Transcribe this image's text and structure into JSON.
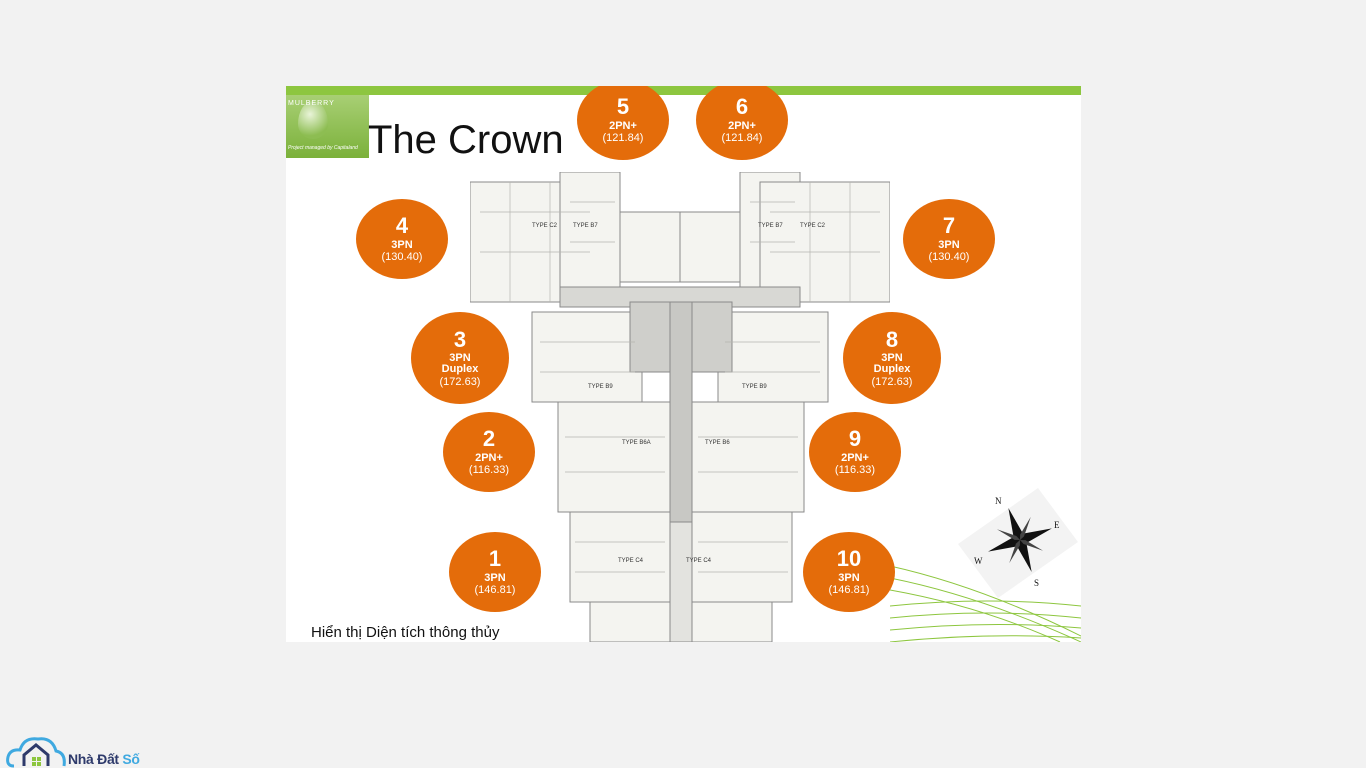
{
  "slide": {
    "title": "The Crown",
    "logo": {
      "brand": "MULBERRY",
      "tagline": "Project managed by Capitaland"
    },
    "footnote": "Hiển thị Diện tích thông thủy"
  },
  "plan_labels": [
    "TYPE C2",
    "TYPE B7",
    "TYPE B7",
    "TYPE C2",
    "TYPE B9",
    "TYPE B9",
    "TYPE B6A",
    "TYPE B6",
    "TYPE C4",
    "TYPE C4"
  ],
  "units": [
    {
      "number": "1",
      "type": "3PN",
      "extra": "",
      "area": "(146.81)"
    },
    {
      "number": "2",
      "type": "2PN+",
      "extra": "",
      "area": "(116.33)"
    },
    {
      "number": "3",
      "type": "3PN",
      "extra": "Duplex",
      "area": "(172.63)"
    },
    {
      "number": "4",
      "type": "3PN",
      "extra": "",
      "area": "(130.40)"
    },
    {
      "number": "5",
      "type": "2PN+",
      "extra": "",
      "area": "(121.84)"
    },
    {
      "number": "6",
      "type": "2PN+",
      "extra": "",
      "area": "(121.84)"
    },
    {
      "number": "7",
      "type": "3PN",
      "extra": "",
      "area": "(130.40)"
    },
    {
      "number": "8",
      "type": "3PN",
      "extra": "Duplex",
      "area": "(172.63)"
    },
    {
      "number": "9",
      "type": "2PN+",
      "extra": "",
      "area": "(116.33)"
    },
    {
      "number": "10",
      "type": "3PN",
      "extra": "",
      "area": "(146.81)"
    }
  ],
  "compass": {
    "n": "N",
    "e": "E",
    "s": "S",
    "w": "W"
  },
  "site": {
    "name_main": "Nhà Đất ",
    "name_accent": "Số"
  },
  "colors": {
    "accent": "#e46c0a",
    "brand_green": "#8dc63f"
  }
}
